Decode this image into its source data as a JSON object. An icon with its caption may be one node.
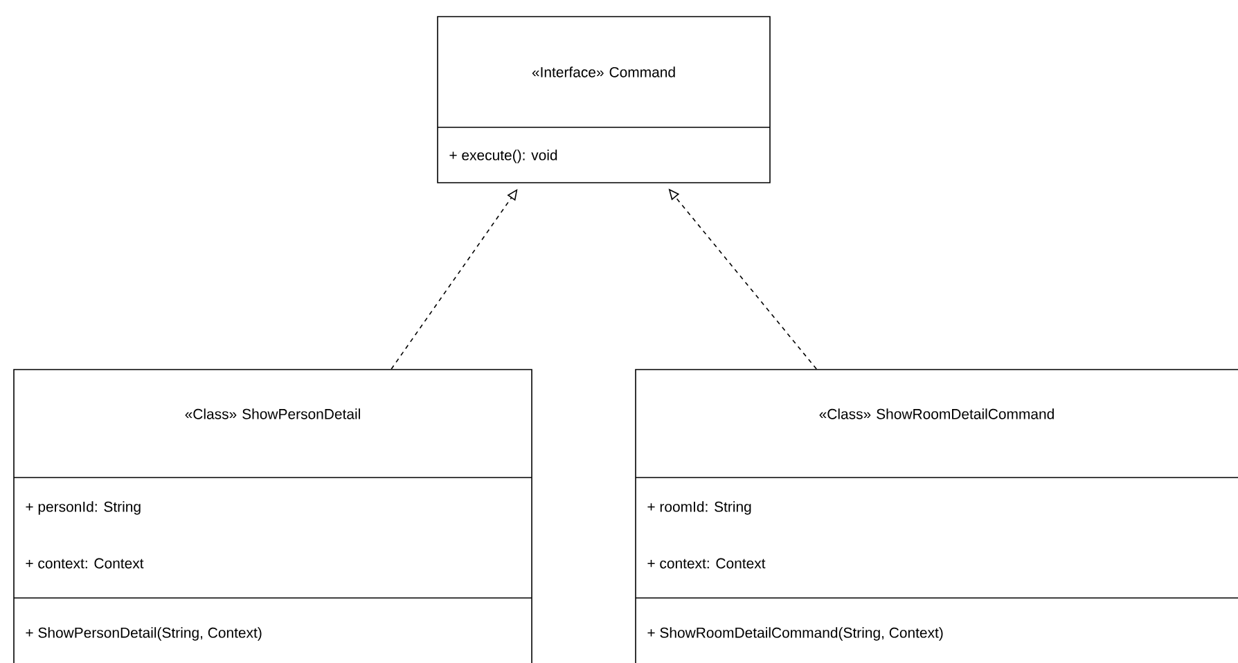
{
  "diagram": {
    "nodes": [
      {
        "text": [
          "«Interface» Command",
          "+ execute(): void"
        ]
      },
      {
        "text": [
          "«Class» ShowPersonDetail",
          "+ personId: String",
          "+ context: Context",
          "+ ShowPersonDetail(String, Context)"
        ]
      },
      {
        "text": [
          "«Class» ShowRoomDetailCommand",
          "+ roomId: String",
          "+ context: Context",
          "+ ShowRoomDetailCommand(String, Context)"
        ]
      }
    ],
    "edges": [
      {
        "from": 1,
        "to": 0,
        "arrow": "to",
        "style": "dashed"
      },
      {
        "from": 2,
        "to": 0,
        "arrow": "to",
        "style": "dashed"
      }
    ]
  }
}
